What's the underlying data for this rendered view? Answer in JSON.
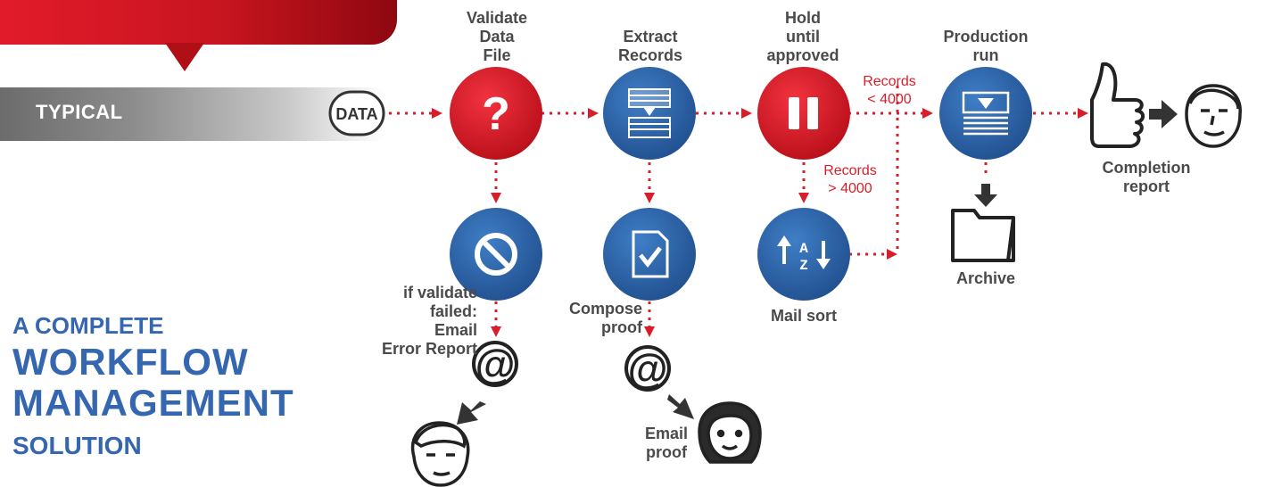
{
  "banner": {
    "typical_label": "TYPICAL",
    "data_badge": "DATA"
  },
  "steps": {
    "validate": "Validate\nData\nFile",
    "extract": "Extract\nRecords",
    "hold": "Hold\nuntil\napproved",
    "production": "Production\nrun",
    "completion": "Completion\nreport",
    "if_failed": "if validate\nfailed:\nEmail\nError Report",
    "compose": "Compose\nproof",
    "mail_sort": "Mail sort",
    "archive": "Archive",
    "email_proof": "Email\nproof"
  },
  "conditions": {
    "less": "Records\n< 4000",
    "more": "Records\n> 4000"
  },
  "icons": {
    "question": "?",
    "at": "@",
    "sort_a": "A",
    "sort_z": "Z"
  },
  "title": {
    "line1": "A COMPLETE",
    "line2": "WORKFLOW",
    "line3": "MANAGEMENT",
    "line4": "SOLUTION"
  },
  "colors": {
    "red": "#d81e2a",
    "blue": "#2f62ad",
    "gray": "#333333",
    "title_blue": "#3566b0"
  }
}
